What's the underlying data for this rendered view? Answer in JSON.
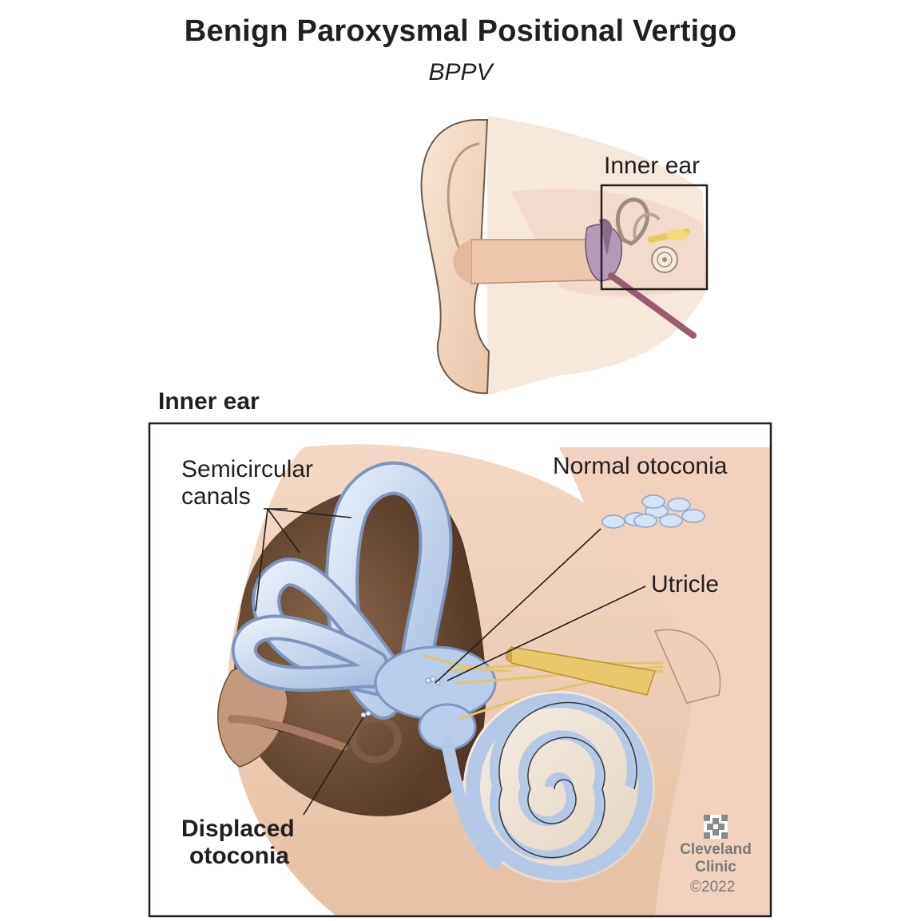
{
  "header": {
    "title": "Benign Paroxysmal Positional Vertigo",
    "subtitle": "BPPV"
  },
  "outer_ear": {
    "inset_label": "Inner ear"
  },
  "detail": {
    "heading": "Inner ear",
    "labels": {
      "semicircular_line1": "Semicircular",
      "semicircular_line2": "canals",
      "normal_otoconia": "Normal otoconia",
      "utricle": "Utricle",
      "displaced_line1": "Displaced",
      "displaced_line2": "otoconia"
    }
  },
  "logo": {
    "line1": "Cleveland",
    "line2": "Clinic",
    "copyright": "©2022"
  },
  "colors": {
    "skin": "#f3dcc8",
    "skin_shadow": "#d9b79b",
    "bone": "#efd9bf",
    "cavity": "#6b4a33",
    "labyrinth": "#bcd0ea",
    "labyrinth_dark": "#8ea6cc",
    "nerve": "#e6c86a",
    "text": "#231f20"
  }
}
